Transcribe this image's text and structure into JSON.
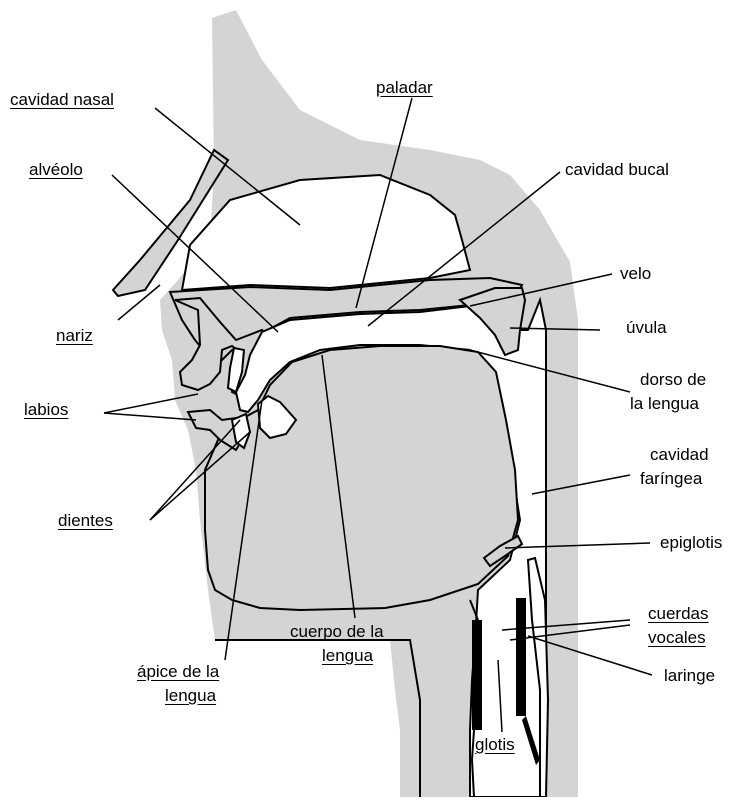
{
  "labels": {
    "cavidad_nasal": "cavidad nasal",
    "paladar": "paladar",
    "alveolo": "alvéolo",
    "cavidad_bucal": "cavidad bucal",
    "velo": "velo",
    "nariz": "nariz",
    "uvula": "úvula",
    "labios": "labios",
    "dorso_1": "dorso de",
    "dorso_2": "la lengua",
    "cav_far_1": "cavidad",
    "cav_far_2": "faríngea",
    "dientes": "dientes",
    "epiglotis": "epiglotis",
    "cuerpo_1": "cuerpo de la",
    "cuerpo_2": "lengua",
    "cuerdas_1": "cuerdas",
    "cuerdas_2": "vocales",
    "apice_1": "ápice de la",
    "apice_2": "lengua",
    "laringe": "laringe",
    "glotis": "glotis"
  },
  "colors": {
    "tissue": "#d4d4d4",
    "outline": "#000000",
    "background": "#ffffff"
  }
}
